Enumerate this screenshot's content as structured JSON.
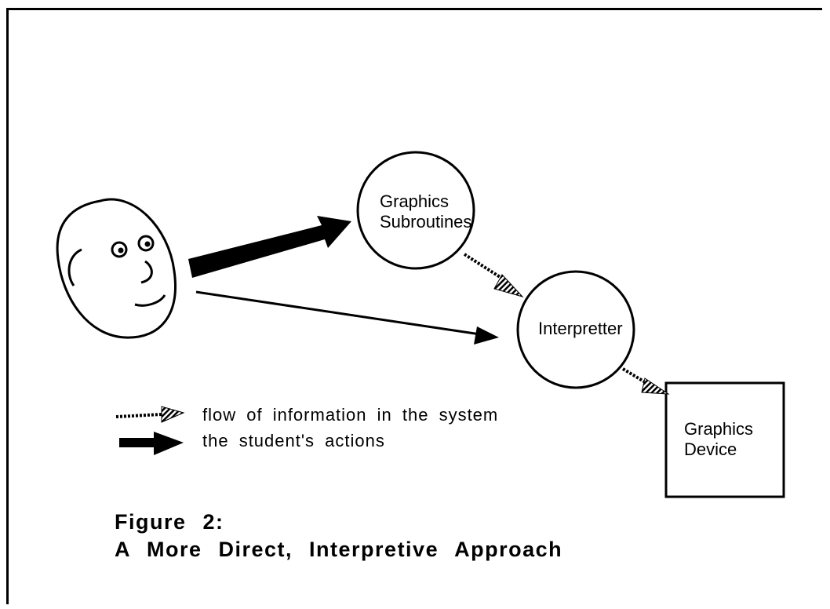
{
  "nodes": {
    "graphics_subroutines": [
      "Graphics",
      "Subroutines"
    ],
    "interpretter": "Interpretter",
    "graphics_device": [
      "Graphics",
      "Device"
    ]
  },
  "legend": {
    "information_flow": "flow of information in the system",
    "student_actions": "the student's actions"
  },
  "caption": {
    "figure_number": "Figure 2:",
    "title": "A More Direct, Interpretive Approach"
  }
}
